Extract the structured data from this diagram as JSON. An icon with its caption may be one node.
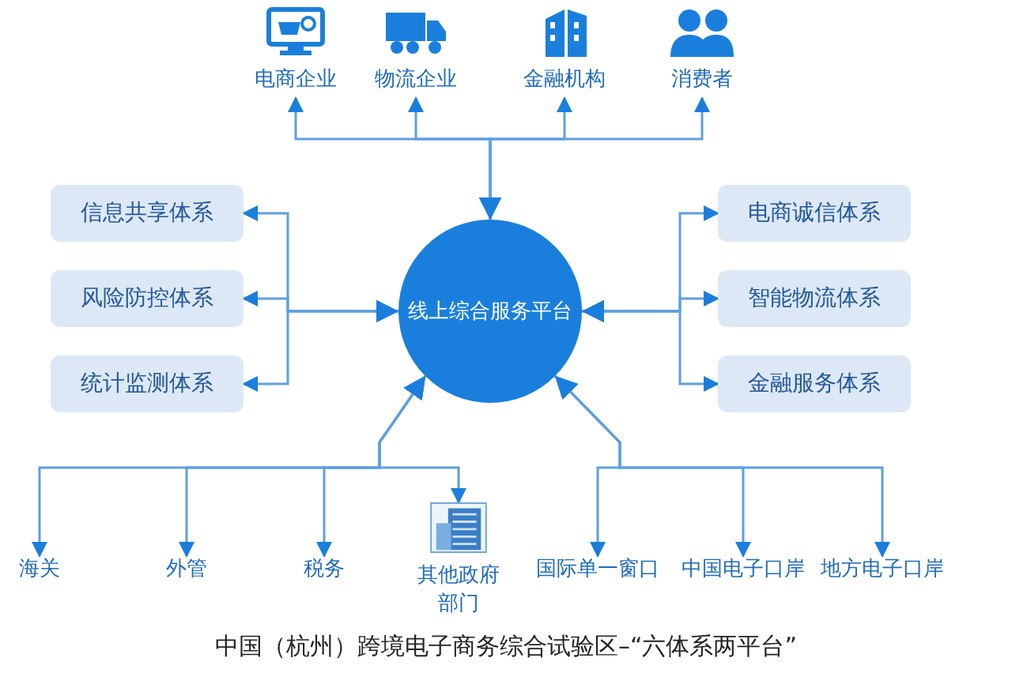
{
  "diagram": {
    "caption": "中国（杭州）跨境电子商务综合试验区–“六体系两平台”",
    "nodes": [
      {
        "text": [
          "线上综合服务平台"
        ]
      },
      {
        "text": [
          "电商企业"
        ]
      },
      {
        "text": [
          "物流企业"
        ]
      },
      {
        "text": [
          "金融机构"
        ]
      },
      {
        "text": [
          "消费者"
        ]
      },
      {
        "text": [
          "信息共享体系"
        ]
      },
      {
        "text": [
          "风险防控体系"
        ]
      },
      {
        "text": [
          "统计监测体系"
        ]
      },
      {
        "text": [
          "电商诚信体系"
        ]
      },
      {
        "text": [
          "智能物流体系"
        ]
      },
      {
        "text": [
          "金融服务体系"
        ]
      },
      {
        "text": [
          "海关"
        ]
      },
      {
        "text": [
          "外管"
        ]
      },
      {
        "text": [
          "税务"
        ]
      },
      {
        "text": [
          "其他政府部门"
        ]
      },
      {
        "text": [
          "国际单一窗口"
        ]
      },
      {
        "text": [
          "中国电子口岸"
        ]
      },
      {
        "text": [
          "地方电子口岸"
        ]
      }
    ],
    "edges": [
      {
        "from": 0,
        "to": 1,
        "arrow": "both"
      },
      {
        "from": 0,
        "to": 2,
        "arrow": "both"
      },
      {
        "from": 0,
        "to": 3,
        "arrow": "both"
      },
      {
        "from": 0,
        "to": 4,
        "arrow": "both"
      },
      {
        "from": 0,
        "to": 5,
        "arrow": "both"
      },
      {
        "from": 0,
        "to": 6,
        "arrow": "both"
      },
      {
        "from": 0,
        "to": 7,
        "arrow": "both"
      },
      {
        "from": 0,
        "to": 8,
        "arrow": "both"
      },
      {
        "from": 0,
        "to": 9,
        "arrow": "both"
      },
      {
        "from": 0,
        "to": 10,
        "arrow": "both"
      },
      {
        "from": 0,
        "to": 11,
        "arrow": "both"
      },
      {
        "from": 0,
        "to": 12,
        "arrow": "both"
      },
      {
        "from": 0,
        "to": 13,
        "arrow": "both"
      },
      {
        "from": 0,
        "to": 14,
        "arrow": "both"
      },
      {
        "from": 0,
        "to": 15,
        "arrow": "both"
      },
      {
        "from": 0,
        "to": 16,
        "arrow": "both"
      },
      {
        "from": 0,
        "to": 17,
        "arrow": "both"
      }
    ]
  }
}
